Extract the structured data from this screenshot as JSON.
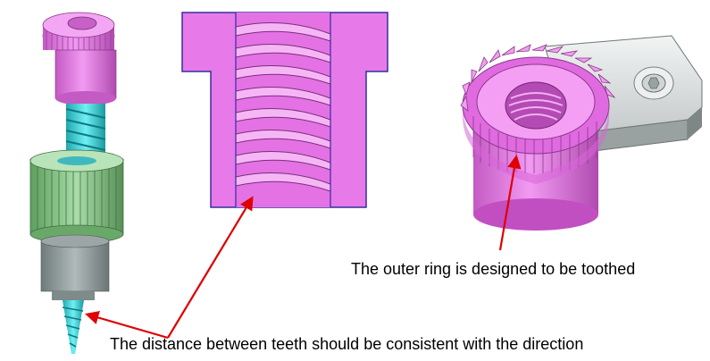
{
  "captions": {
    "outer_ring": "The outer ring is designed to be toothed",
    "teeth_distance": "The distance between teeth should be consistent with the direction"
  },
  "colors": {
    "magenta_part": "#e879e8",
    "magenta_dark": "#b84fb8",
    "cyan_screw": "#3fd0d6",
    "green_gear": "#7fbf7f",
    "gray_sleeve": "#8e9a9a",
    "steel_bracket": "#d8dcdc",
    "annotation_arrow": "#e00000",
    "outline": "#3030a0"
  },
  "icons": [
    "exploded-screw-assembly",
    "threaded-section-view",
    "toothed-ring-bracket"
  ]
}
